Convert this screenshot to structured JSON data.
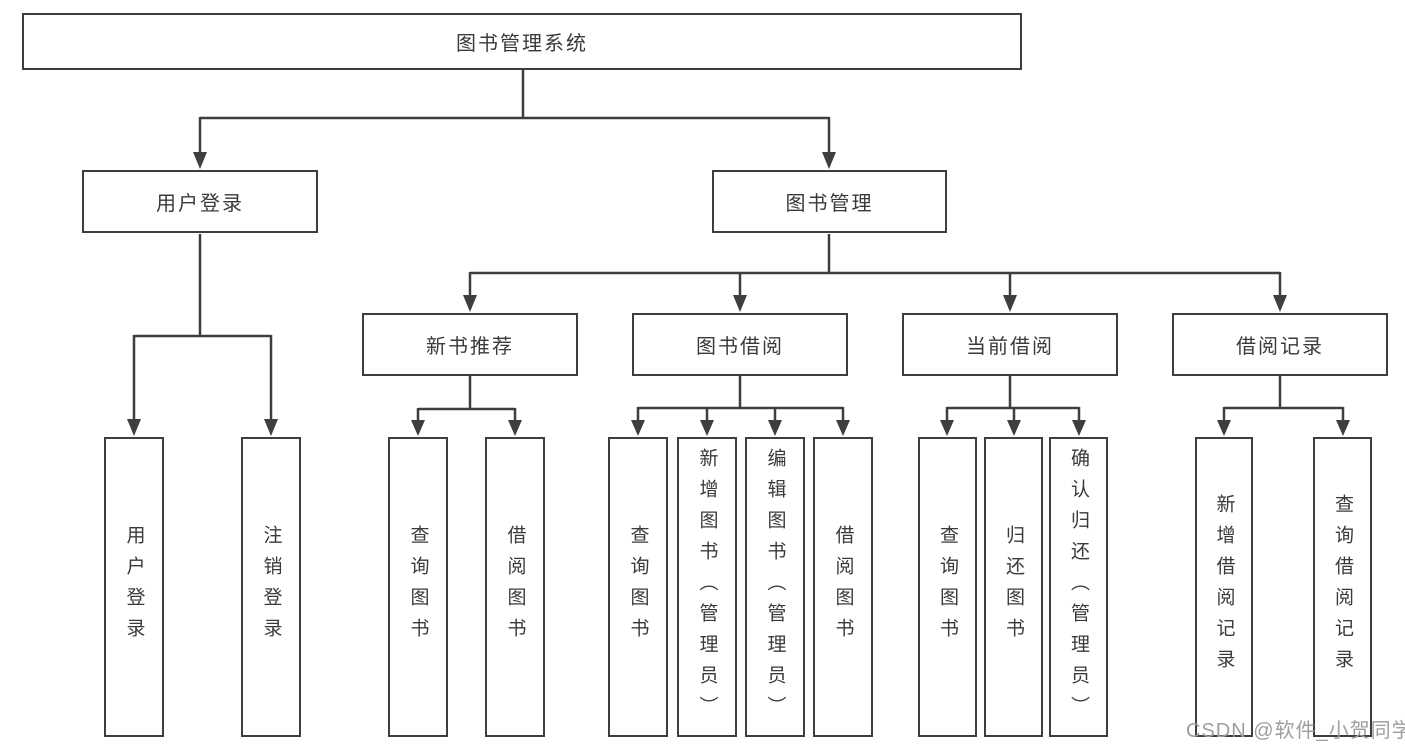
{
  "diagram": {
    "root": {
      "label": "图书管理系统"
    },
    "level2": [
      {
        "id": "user-login",
        "label": "用户登录"
      },
      {
        "id": "book-management",
        "label": "图书管理"
      }
    ],
    "level3": [
      {
        "id": "new-book-recommend",
        "label": "新书推荐"
      },
      {
        "id": "book-borrow",
        "label": "图书借阅"
      },
      {
        "id": "current-borrow",
        "label": "当前借阅"
      },
      {
        "id": "borrow-records",
        "label": "借阅记录"
      }
    ],
    "leaves": {
      "user_login": [
        "用户登录",
        "注销登录"
      ],
      "new_books": [
        "查询图书",
        "借阅图书"
      ],
      "book_borrow": [
        "查询图书",
        "新增图书（管理员）",
        "编辑图书（管理员）",
        "借阅图书"
      ],
      "current_borrow": [
        "查询图书",
        "归还图书",
        "确认归还（管理员）"
      ],
      "borrow_records": [
        "新增借阅记录",
        "查询借阅记录"
      ]
    }
  },
  "watermark": {
    "text": "CSDN @软件_小贺同学"
  },
  "colors": {
    "line": "#3e3e3e",
    "text": "#3a3a3a",
    "watermark": "#9e9e9e",
    "background": "#ffffff"
  }
}
